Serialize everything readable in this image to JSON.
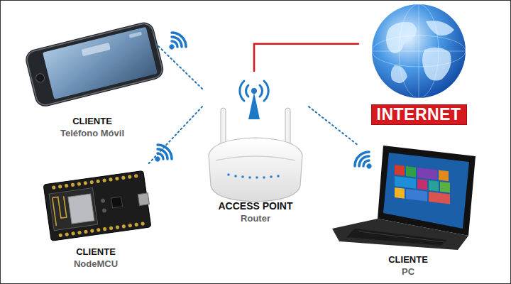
{
  "diagram": {
    "nodes": [
      {
        "text": [
          "CLIENTE",
          "Teléfono Móvil"
        ]
      },
      {
        "text": [
          "INTERNET"
        ]
      },
      {
        "text": [
          "CLIENTE",
          "NodeMCU"
        ]
      },
      {
        "text": [
          "ACCESS POINT",
          "Router"
        ]
      },
      {
        "text": [
          "CLIENTE",
          "PC"
        ]
      }
    ],
    "edges": [
      {
        "from": 3,
        "to": 0,
        "arrow": "none"
      },
      {
        "from": 3,
        "to": 2,
        "arrow": "none"
      },
      {
        "from": 3,
        "to": 4,
        "arrow": "none"
      },
      {
        "from": 3,
        "to": 1,
        "arrow": "none"
      }
    ]
  }
}
